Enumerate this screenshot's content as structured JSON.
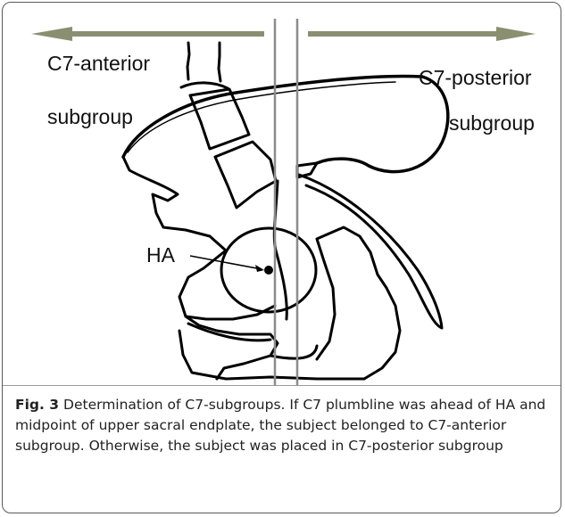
{
  "figure": {
    "labels": {
      "c7_anterior": "C7-anterior",
      "c7_anterior_sub": "subgroup",
      "c7_posterior": "C7-posterior",
      "c7_posterior_sub": "subgroup",
      "ha": "HA"
    },
    "colors": {
      "arrow": "#8a8f72",
      "plumbline": "#8c8c8c",
      "outline": "#000000"
    }
  },
  "caption": {
    "fig_label": "Fig. 3",
    "text": "Determination of C7-subgroups. If C7 plumbline was ahead of HA and midpoint of upper sacral endplate, the subject belonged to C7-anterior subgroup. Otherwise, the subject was placed in C7-posterior subgroup"
  }
}
